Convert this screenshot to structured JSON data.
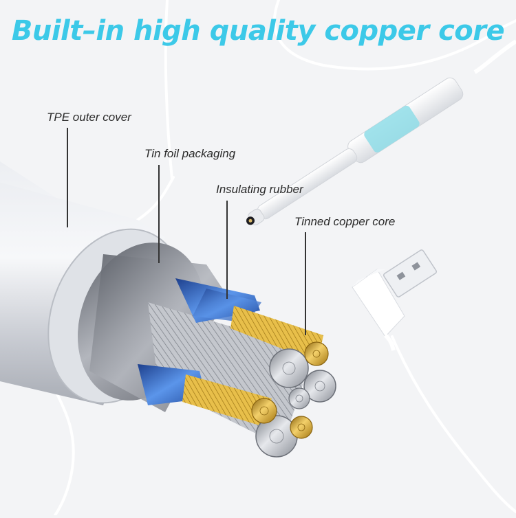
{
  "headline": "Built–in high quality copper core",
  "labels": {
    "outer_cover": "TPE outer cover",
    "foil": "Tin foil packaging",
    "rubber": "Insulating rubber",
    "core": "Tinned copper core"
  },
  "colors": {
    "headline": "#3cc9e8",
    "background": "#f3f4f6",
    "copper": "#e6b73a",
    "insulation": "#3f7ad6",
    "endoscope_band": "#8fdde8"
  }
}
